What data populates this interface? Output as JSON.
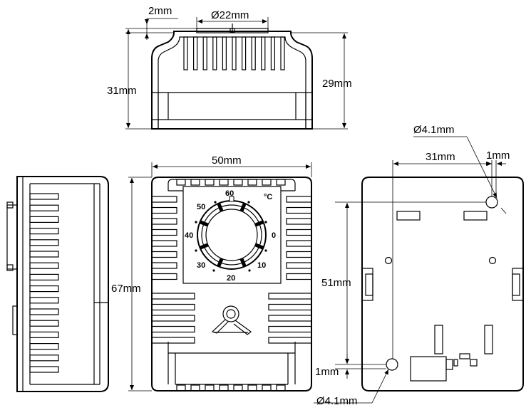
{
  "top_view": {
    "offset_label": "2mm",
    "knob_diameter_label": "Ø22mm",
    "height_left_label": "31mm",
    "height_right_label": "29mm"
  },
  "front_view": {
    "width_label": "50mm",
    "height_label": "67mm",
    "unit_label": "°C",
    "dial_scale": [
      "60",
      "50",
      "40",
      "30",
      "20",
      "10",
      "0"
    ]
  },
  "back_view": {
    "top_hole_label": "Ø4.1mm",
    "hole_distance_label": "31mm",
    "top_margin_label": "1mm",
    "vertical_distance_label": "51mm",
    "bottom_margin_label": "1mm",
    "bottom_hole_label": "Ø4.1mm"
  }
}
